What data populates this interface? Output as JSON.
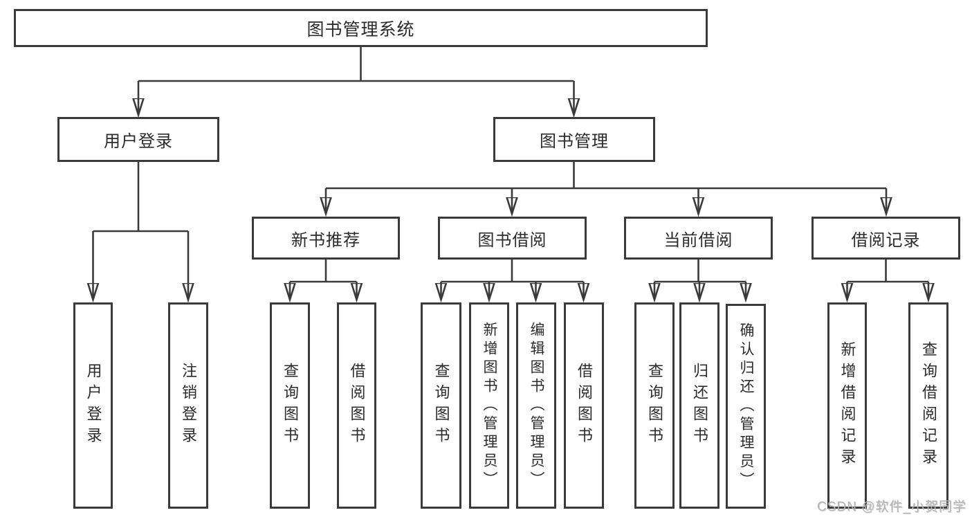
{
  "colors": {
    "line": "#3a3a3a",
    "box_border": "#3a3a3a",
    "text": "#2b2b2b",
    "watermark": "#b5b5b5",
    "background": "#ffffff"
  },
  "watermark": "CSDN @软件_小贺同学",
  "tree": {
    "root": {
      "label": "图书管理系统"
    },
    "login": {
      "label": "用户登录",
      "children": {
        "user_login": {
          "label": "用户登录"
        },
        "logout": {
          "label": "注销登录"
        }
      }
    },
    "management": {
      "label": "图书管理",
      "children": {
        "new_books": {
          "label": "新书推荐",
          "children": {
            "query_book": {
              "label": "查询图书"
            },
            "borrow_book": {
              "label": "借阅图书"
            }
          }
        },
        "borrowing": {
          "label": "图书借阅",
          "children": {
            "query_book": {
              "label": "查询图书"
            },
            "add_book_admin": {
              "label": "新增图书（管理员）"
            },
            "edit_book_admin": {
              "label": "编辑图书（管理员）"
            },
            "borrow_book": {
              "label": "借阅图书"
            }
          }
        },
        "current_borrow": {
          "label": "当前借阅",
          "children": {
            "query_book": {
              "label": "查询图书"
            },
            "return_book": {
              "label": "归还图书"
            },
            "confirm_return_admin": {
              "label": "确认归还（管理员）"
            }
          }
        },
        "records": {
          "label": "借阅记录",
          "children": {
            "add_record": {
              "label": "新增借阅记录"
            },
            "query_record": {
              "label": "查询借阅记录"
            }
          }
        }
      }
    }
  }
}
